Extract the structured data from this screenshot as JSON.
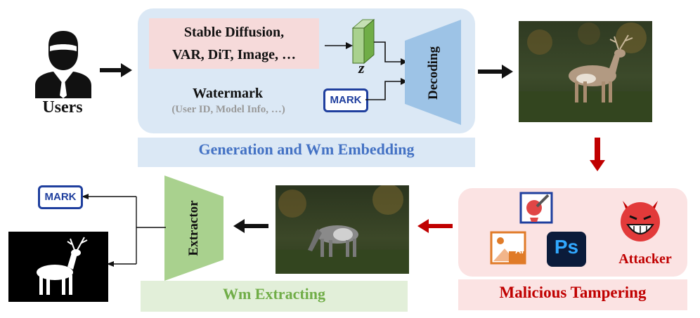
{
  "users": {
    "label": "Users"
  },
  "generation": {
    "models": [
      "Stable Diffusion,",
      "VAR, DiT, Image, …"
    ],
    "latent_label": "z",
    "watermark_title": "Watermark",
    "watermark_subtitle": "(User ID, Model Info, …)",
    "mark_text": "MARK",
    "decoder_label": "Decoding",
    "section_label": "Generation and Wm Embedding"
  },
  "tampering": {
    "attacker_label": "Attacker",
    "ps_text": "Ps",
    "ai_text": "AI",
    "section_label": "Malicious Tampering"
  },
  "extraction": {
    "extractor_label": "Extractor",
    "mark_text": "MARK",
    "section_label": "Wm Extracting"
  },
  "colors": {
    "blue_panel": "#dbe8f5",
    "blue_text": "#4472c4",
    "red_panel": "#fbe3e3",
    "red_text": "#c00000",
    "green_panel": "#e2efd9",
    "green_text": "#70ad47",
    "decoder": "#9dc3e6",
    "extractor": "#a9d18e"
  }
}
